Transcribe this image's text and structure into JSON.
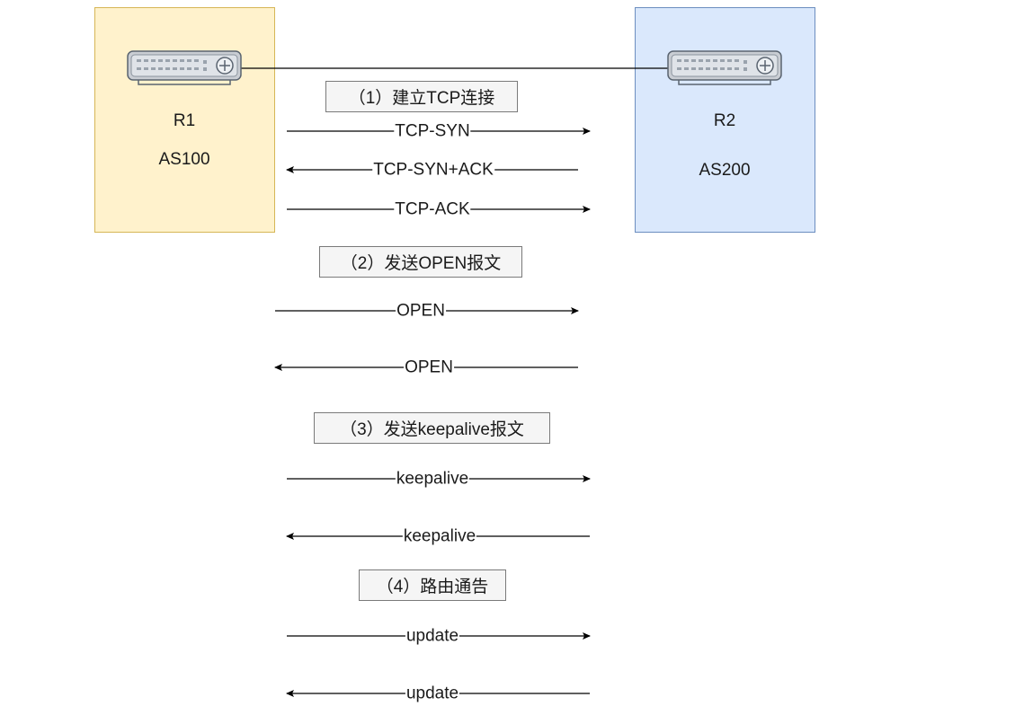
{
  "routers": [
    {
      "name": "R1",
      "as": "AS100",
      "fill": "#fff2cc",
      "stroke": "#d6b656",
      "icon": "router-switch-icon"
    },
    {
      "name": "R2",
      "as": "AS200",
      "fill": "#dae8fc",
      "stroke": "#6c8ebf",
      "icon": "router-switch-icon"
    }
  ],
  "stages": [
    "（1）建立TCP连接",
    "（2）发送OPEN报文",
    "（3）发送keepalive报文",
    "（4）路由通告"
  ],
  "messages": [
    {
      "label": "TCP-SYN",
      "direction": "R1→R2"
    },
    {
      "label": "TCP-SYN+ACK",
      "direction": "R2→R1"
    },
    {
      "label": "TCP-ACK",
      "direction": "R1→R2"
    },
    {
      "label": "OPEN",
      "direction": "R1→R2"
    },
    {
      "label": "OPEN",
      "direction": "R2→R1"
    },
    {
      "label": "keepalive",
      "direction": "R1→R2"
    },
    {
      "label": "keepalive",
      "direction": "R2→R1"
    },
    {
      "label": "update",
      "direction": "R1→R2"
    },
    {
      "label": "update",
      "direction": "R2→R1"
    }
  ]
}
